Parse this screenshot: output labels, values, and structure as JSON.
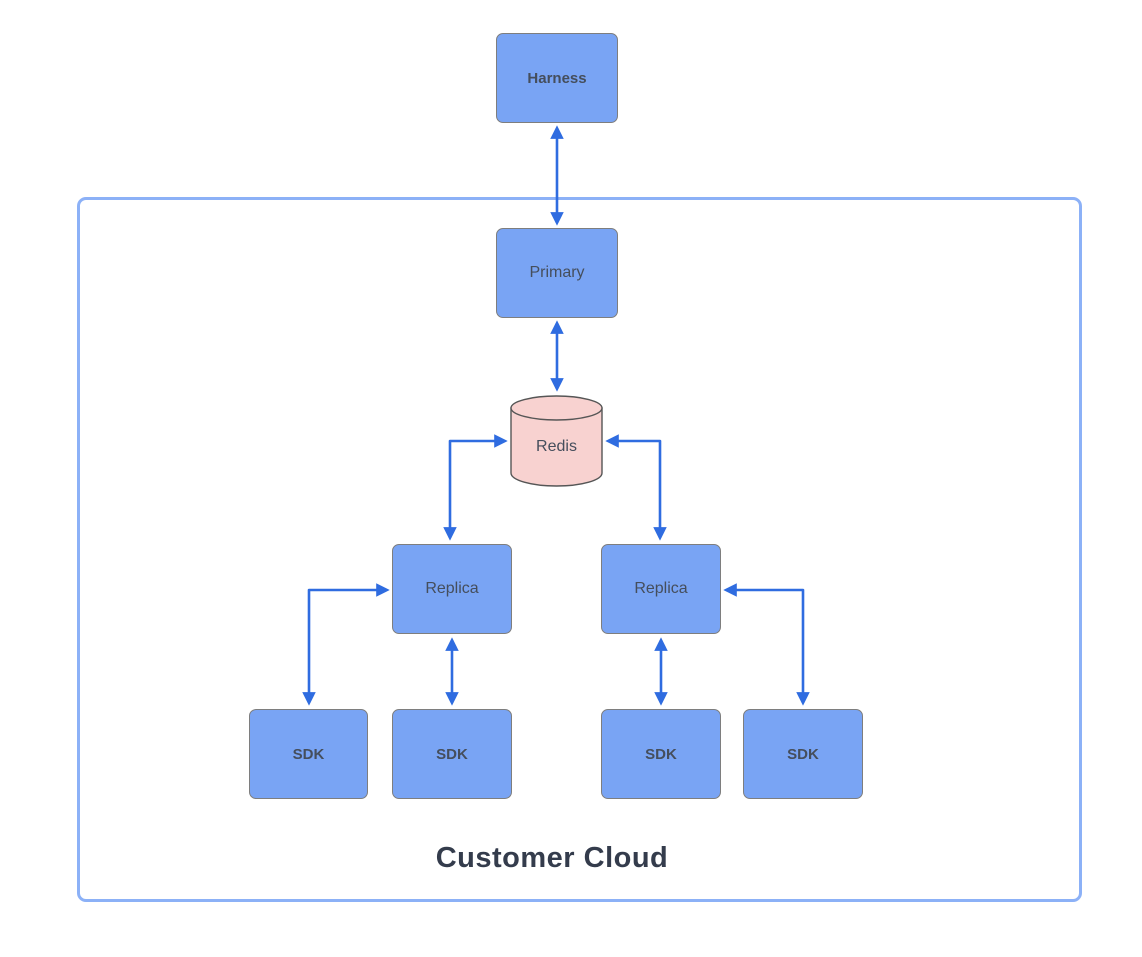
{
  "diagram": {
    "container_label": "Customer Cloud",
    "nodes": {
      "harness": {
        "label": "Harness"
      },
      "primary": {
        "label": "Primary"
      },
      "redis": {
        "label": "Redis"
      },
      "replica_left": {
        "label": "Replica"
      },
      "replica_right": {
        "label": "Replica"
      },
      "sdk_1": {
        "label": "SDK"
      },
      "sdk_2": {
        "label": "SDK"
      },
      "sdk_3": {
        "label": "SDK"
      },
      "sdk_4": {
        "label": "SDK"
      }
    },
    "edges": [
      {
        "from": "Harness",
        "to": "Primary",
        "direction": "bidirectional"
      },
      {
        "from": "Primary",
        "to": "Redis",
        "direction": "bidirectional"
      },
      {
        "from": "Redis",
        "to": "Replica (left)",
        "direction": "bidirectional"
      },
      {
        "from": "Redis",
        "to": "Replica (right)",
        "direction": "bidirectional"
      },
      {
        "from": "Replica (left)",
        "to": "SDK (outer left)",
        "direction": "bidirectional"
      },
      {
        "from": "Replica (left)",
        "to": "SDK (inner left)",
        "direction": "bidirectional"
      },
      {
        "from": "Replica (right)",
        "to": "SDK (inner right)",
        "direction": "bidirectional"
      },
      {
        "from": "Replica (right)",
        "to": "SDK (outer right)",
        "direction": "bidirectional"
      }
    ],
    "colors": {
      "node_fill": "#79a4f4",
      "node_border": "#7e7e7e",
      "redis_fill": "#f8d2d0",
      "redis_border": "#565656",
      "connector": "#2f6ce0",
      "container_border": "#8cb1f7",
      "label_text": "#454e5c",
      "title_text": "#343c4c",
      "canvas_bg": "#ffffff"
    }
  }
}
